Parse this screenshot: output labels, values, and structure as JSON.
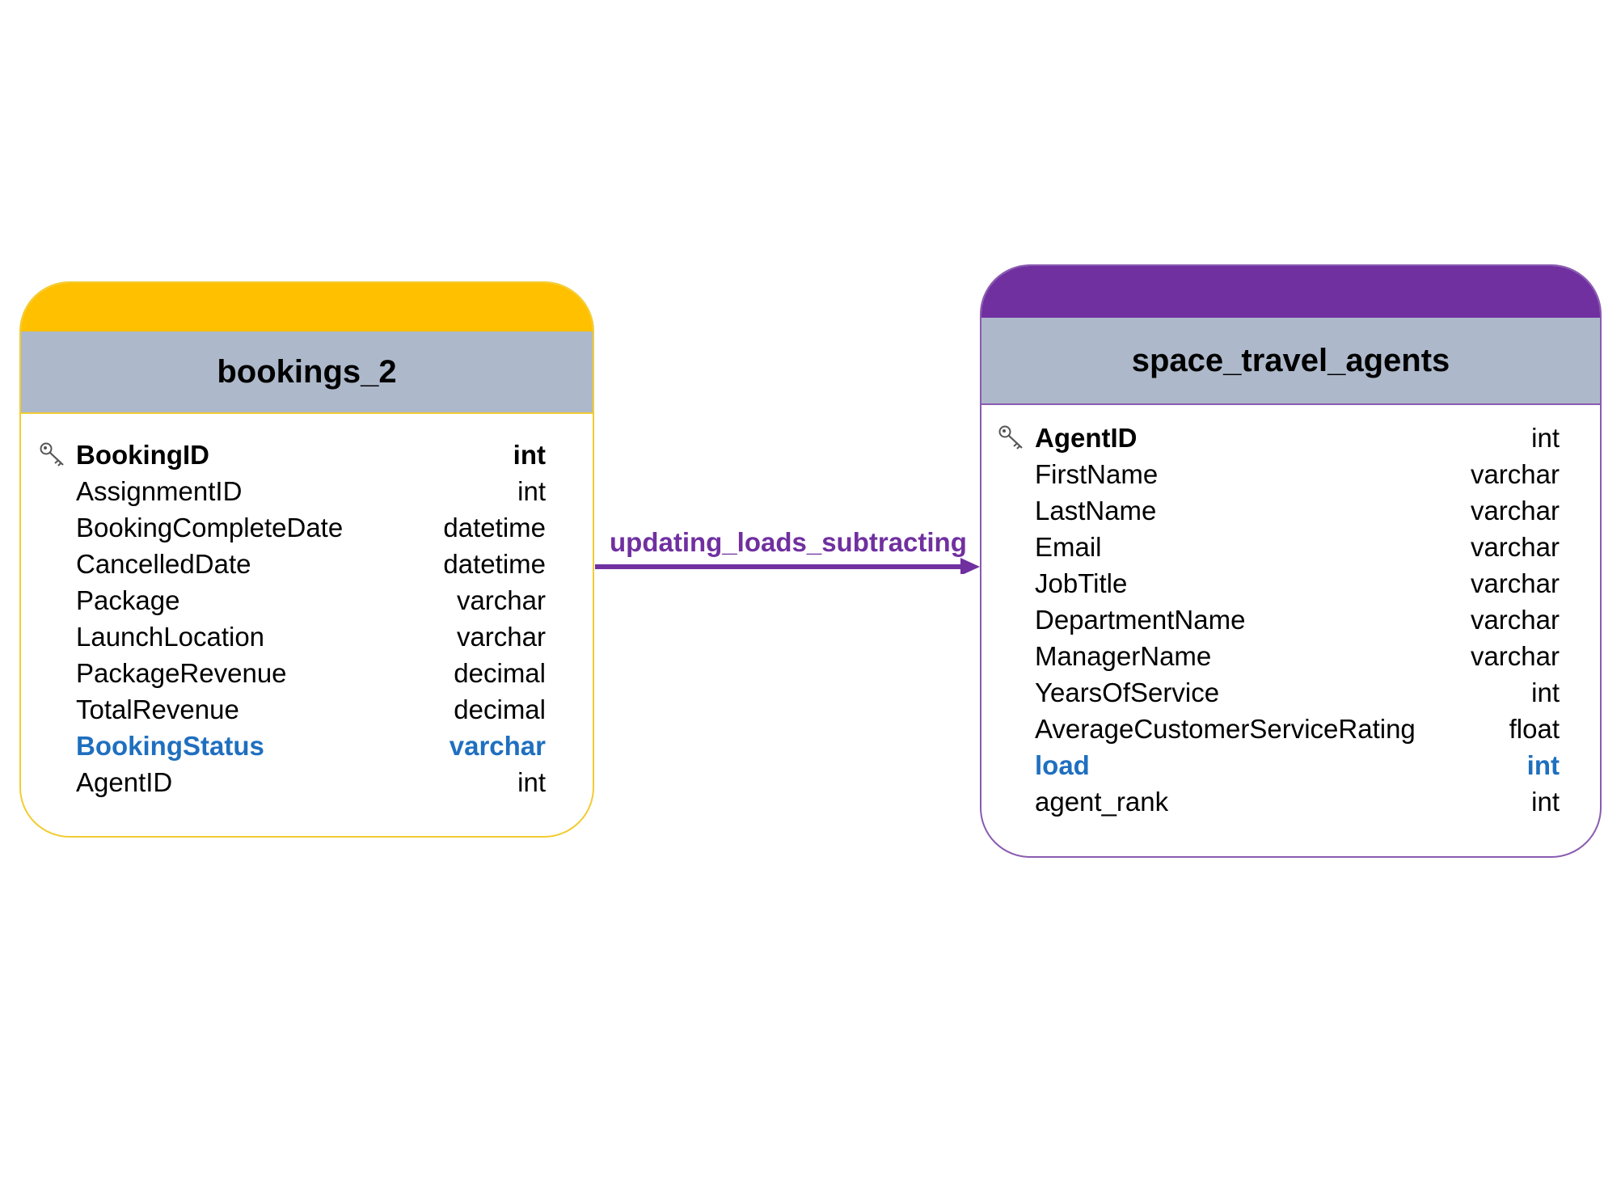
{
  "colors": {
    "bookings_accent": "#ffc000",
    "agents_accent": "#7030a0",
    "header_fill": "#adb9ca",
    "highlight_text": "#1f6fbf",
    "relationship": "#7030a0"
  },
  "entities": [
    {
      "title": "bookings_2",
      "fields": [
        {
          "name": "BookingID",
          "type": "int",
          "primary_key": true,
          "highlight": false
        },
        {
          "name": "AssignmentID",
          "type": "int",
          "primary_key": false,
          "highlight": false
        },
        {
          "name": "BookingCompleteDate",
          "type": "datetime",
          "primary_key": false,
          "highlight": false
        },
        {
          "name": "CancelledDate",
          "type": "datetime",
          "primary_key": false,
          "highlight": false
        },
        {
          "name": "Package",
          "type": "varchar",
          "primary_key": false,
          "highlight": false
        },
        {
          "name": "LaunchLocation",
          "type": "varchar",
          "primary_key": false,
          "highlight": false
        },
        {
          "name": "PackageRevenue",
          "type": "decimal",
          "primary_key": false,
          "highlight": false
        },
        {
          "name": "TotalRevenue",
          "type": "decimal",
          "primary_key": false,
          "highlight": false
        },
        {
          "name": "BookingStatus",
          "type": "varchar",
          "primary_key": false,
          "highlight": true
        },
        {
          "name": "AgentID",
          "type": "int",
          "primary_key": false,
          "highlight": false
        }
      ]
    },
    {
      "title": "space_travel_agents",
      "fields": [
        {
          "name": "AgentID",
          "type": "int",
          "primary_key": true,
          "highlight": false
        },
        {
          "name": "FirstName",
          "type": "varchar",
          "primary_key": false,
          "highlight": false
        },
        {
          "name": "LastName",
          "type": "varchar",
          "primary_key": false,
          "highlight": false
        },
        {
          "name": "Email",
          "type": "varchar",
          "primary_key": false,
          "highlight": false
        },
        {
          "name": "JobTitle",
          "type": "varchar",
          "primary_key": false,
          "highlight": false
        },
        {
          "name": "DepartmentName",
          "type": "varchar",
          "primary_key": false,
          "highlight": false
        },
        {
          "name": "ManagerName",
          "type": "varchar",
          "primary_key": false,
          "highlight": false
        },
        {
          "name": "YearsOfService",
          "type": "int",
          "primary_key": false,
          "highlight": false
        },
        {
          "name": "AverageCustomerServiceRating",
          "type": "float",
          "primary_key": false,
          "highlight": false
        },
        {
          "name": "load",
          "type": "int",
          "primary_key": false,
          "highlight": true
        },
        {
          "name": "agent_rank",
          "type": "int",
          "primary_key": false,
          "highlight": false
        }
      ]
    }
  ],
  "relationship": {
    "label": "updating_loads_subtracting",
    "from": "bookings_2",
    "to": "space_travel_agents",
    "icon": "arrow-right-icon"
  },
  "icons": {
    "primary_key": "key-icon"
  }
}
